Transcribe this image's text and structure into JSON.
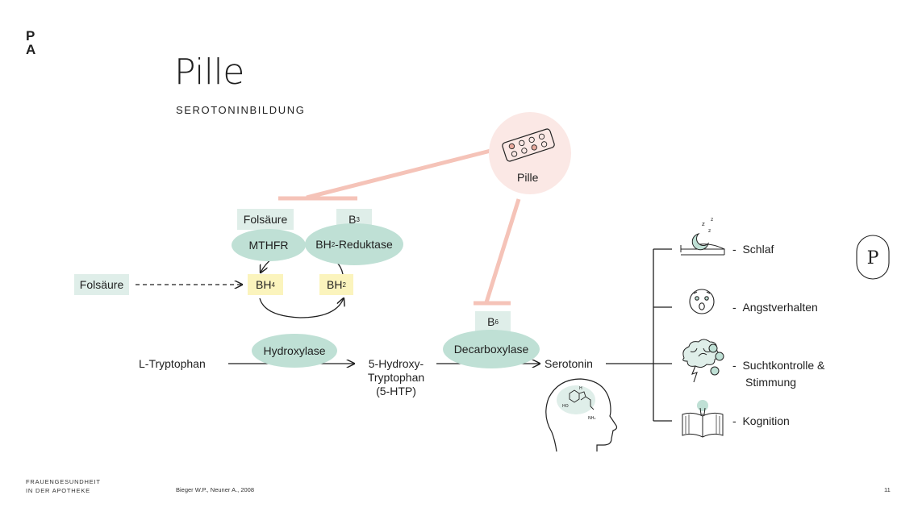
{
  "brand": {
    "mark_line1": "P",
    "mark_line2": "A"
  },
  "page": {
    "title": "Pille",
    "subtitle": "SEROTONINBILDUNG"
  },
  "pill": {
    "label": "Pille"
  },
  "diagram": {
    "folsaeure_top": "Folsäure",
    "b3": {
      "base": "B",
      "sub": "3"
    },
    "mthfr": "MTHFR",
    "bh2_reduktase": {
      "pre": "BH",
      "sub": "2",
      "post": "-Reduktase"
    },
    "folsaeure_left": "Folsäure",
    "bh4": {
      "base": "BH",
      "sub": "4"
    },
    "bh2": {
      "base": "BH",
      "sub": "2"
    },
    "b6": {
      "base": "B",
      "sub": "6"
    },
    "l_tryptophan": "L-Tryptophan",
    "hydroxylase": "Hydroxylase",
    "htp_line1": "5-Hydroxy-",
    "htp_line2": "Tryptophan",
    "htp_line3": "(5-HTP)",
    "decarboxylase": "Decarboxylase",
    "serotonin": "Serotonin"
  },
  "outcomes": [
    {
      "icon": "sleep-icon",
      "label": "Schlaf"
    },
    {
      "icon": "anxious-face-icon",
      "label": "Angstverhalten"
    },
    {
      "icon": "brain-icon",
      "label": "Suchtkontrolle &",
      "label2": "Stimmung"
    },
    {
      "icon": "book-icon",
      "label": "Kognition"
    }
  ],
  "outcome_dash": "-",
  "badge": {
    "letter": "P"
  },
  "footer": {
    "line1": "FRAUENGESUNDHEIT",
    "line2": "IN DER APOTHEKE",
    "citation": "Bieger W.P., Neuner A., 2008",
    "page_number": "11"
  },
  "colors": {
    "mint": "#dfeee9",
    "mint_ellipse": "#bfe0d5",
    "yellow": "#fbf4bd",
    "inhibit_pink": "#f5c3b8",
    "pill_circle": "#fbe8e5"
  }
}
